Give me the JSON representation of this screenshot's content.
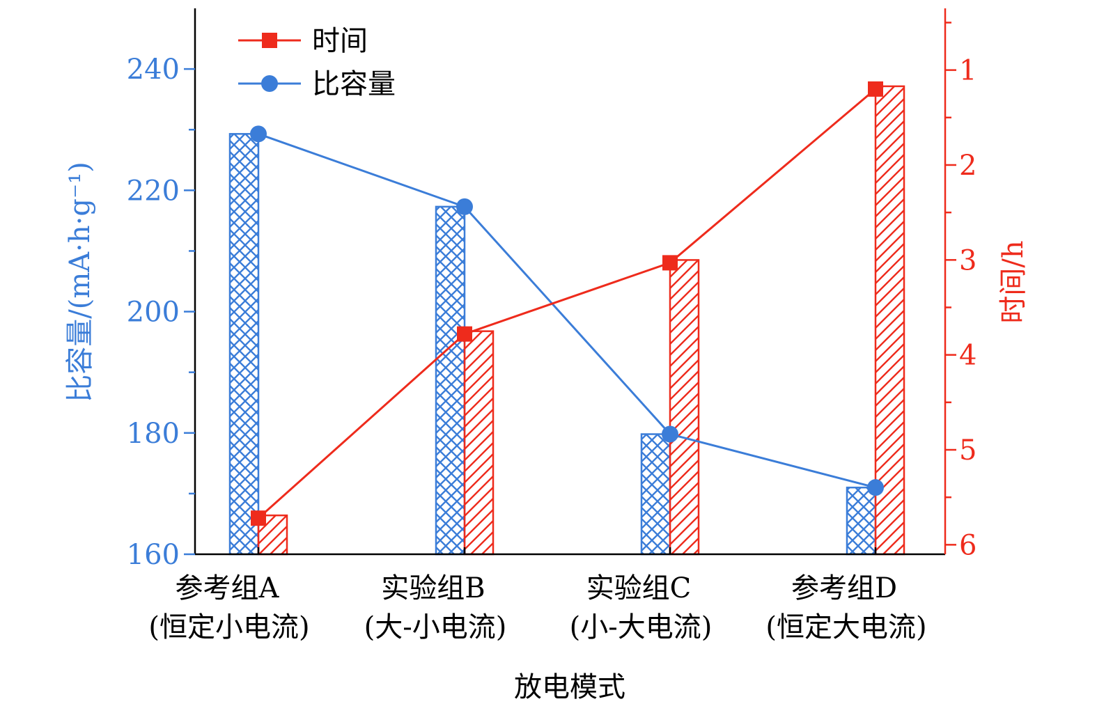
{
  "chart_data": {
    "type": "bar",
    "categories": [
      [
        "参考组A",
        "(恒定小电流)"
      ],
      [
        "实验组B",
        "(大-小电流)"
      ],
      [
        "实验组C",
        "(小-大电流)"
      ],
      [
        "参考组D",
        "(恒定大电流)"
      ]
    ],
    "xlabel": "放电模式",
    "ylabel_left": "比容量/(mA·h·g⁻¹)",
    "ylabel_right": "时间/h",
    "ylim_left": [
      160,
      250
    ],
    "yticks_left": [
      160,
      180,
      200,
      220,
      240
    ],
    "ylim_right": [
      6.1,
      0.35
    ],
    "yticks_right": [
      1,
      2,
      3,
      4,
      5,
      6
    ],
    "series": [
      {
        "name": "比容量",
        "axis": "left",
        "color": "#3b7dd8",
        "marker": "circle",
        "bar_pattern": "crosshatch",
        "values": [
          229.3,
          217.3,
          179.8,
          171.0
        ]
      },
      {
        "name": "时间",
        "axis": "right",
        "color": "#ee2b1c",
        "marker": "square",
        "bar_pattern": "diagonal",
        "values": [
          5.72,
          3.78,
          3.03,
          1.2
        ]
      }
    ],
    "legend": {
      "placement": "top-left",
      "order": [
        "时间",
        "比容量"
      ]
    },
    "grid": false
  }
}
